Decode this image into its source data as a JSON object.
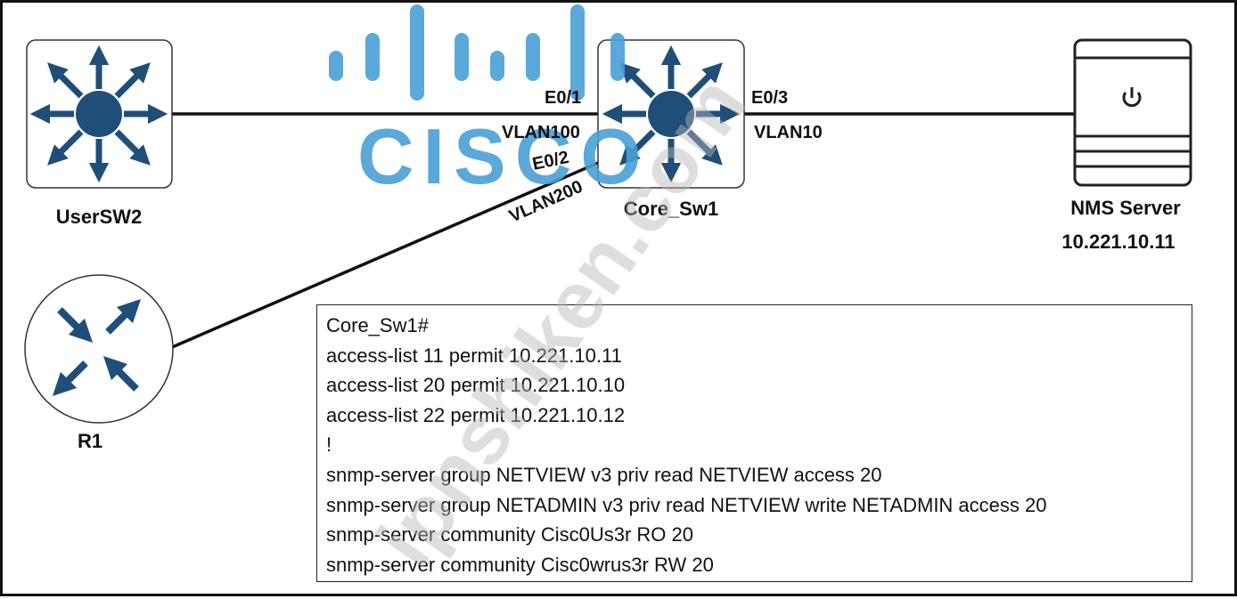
{
  "devices": {
    "usersw2": {
      "name": "UserSW2"
    },
    "core_sw1": {
      "name": "Core_Sw1"
    },
    "nms_server": {
      "name": "NMS Server",
      "ip": "10.221.10.11"
    },
    "r1": {
      "name": "R1"
    }
  },
  "links": {
    "usersw2_core": {
      "port": "E0/1",
      "vlan": "VLAN100"
    },
    "r1_core": {
      "port": "E0/2",
      "vlan": "VLAN200"
    },
    "core_nms": {
      "port": "E0/3",
      "vlan": "VLAN10"
    }
  },
  "config": {
    "lines": [
      "Core_Sw1#",
      "access-list 11 permit 10.221.10.11",
      "access-list 20 permit 10.221.10.10",
      "access-list 22 permit 10.221.10.12",
      "!",
      "snmp-server group NETVIEW v3 priv read NETVIEW access 20",
      "snmp-server group NETADMIN v3 priv read NETVIEW write NETADMIN access 20",
      "snmp-server community Cisc0Us3r RO 20",
      "snmp-server community Cisc0wrus3r RW 20"
    ]
  },
  "watermarks": {
    "logo_text": "CISCO",
    "site_text": "ipnshiken.com"
  },
  "colors": {
    "device_blue": "#1f4e79",
    "watermark_blue": "#4a9fd8",
    "watermark_gray": "#c8c8c8"
  },
  "icons": {
    "switch": "layer3-switch-icon",
    "router": "router-icon",
    "server": "server-icon"
  }
}
